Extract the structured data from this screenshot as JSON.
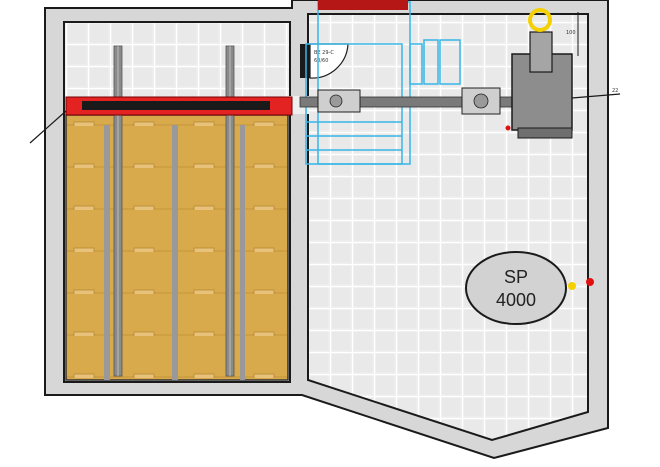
{
  "plan": {
    "tank_label_line1": "SP",
    "tank_label_line2": "4000",
    "door_tag_line1": "BE 29-C",
    "door_tag_line2": "60/60",
    "dim_label": "100",
    "dim_label_right": "22"
  },
  "colors": {
    "wall": "#d7d7d7",
    "wall_outline": "#1a1a1a",
    "tile": "#efefef",
    "tile_grid": "#ffffff",
    "pellet_storage": "#d9aa4c",
    "screw_conveyor": "#8a8a8a",
    "fire_barrier": "#e32222",
    "cyan_lines": "#38b6e8",
    "boiler": "#8d8d8d",
    "tank_fill": "#d2d2d2",
    "sensor_yellow": "#f4d000",
    "sensor_red": "#e01010"
  }
}
